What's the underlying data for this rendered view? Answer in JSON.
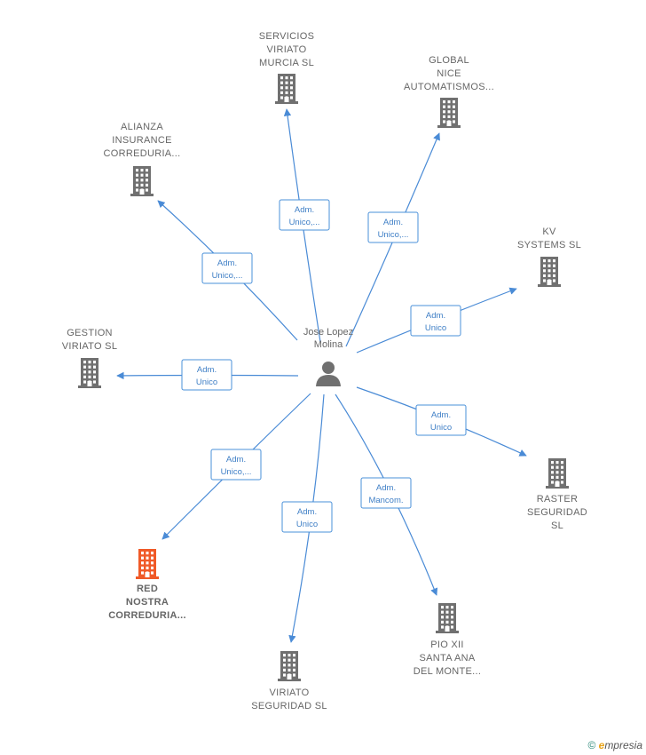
{
  "center": {
    "name": "Jose Lopez\nMolina",
    "icon": "person-icon"
  },
  "colors": {
    "edge": "#4a8bd6",
    "building": "#707070",
    "highlight": "#f05a28"
  },
  "nodes": [
    {
      "id": "servicios",
      "label": "SERVICIOS\nVIRIATO\nMURCIA SL",
      "edge": "Adm.\nUnico,...",
      "highlight": false
    },
    {
      "id": "global",
      "label": "GLOBAL\nNICE\nAUTOMATISMOS...",
      "edge": "Adm.\nUnico,...",
      "highlight": false
    },
    {
      "id": "alianza",
      "label": "ALIANZA\nINSURANCE\nCORREDURIA...",
      "edge": "Adm.\nUnico,...",
      "highlight": false
    },
    {
      "id": "kv",
      "label": "KV\nSYSTEMS SL",
      "edge": "Adm.\nUnico",
      "highlight": false
    },
    {
      "id": "gestion",
      "label": "GESTION\nVIRIATO SL",
      "edge": "Adm.\nUnico",
      "highlight": false
    },
    {
      "id": "raster",
      "label": "RASTER\nSEGURIDAD\nSL",
      "edge": "Adm.\nUnico",
      "highlight": false
    },
    {
      "id": "red",
      "label": "RED\nNOSTRA\nCORREDURIA...",
      "edge": "Adm.\nUnico,...",
      "highlight": true
    },
    {
      "id": "pio",
      "label": "PIO XII\nSANTA ANA\nDEL MONTE...",
      "edge": "Adm.\nMancom.",
      "highlight": false
    },
    {
      "id": "viriato",
      "label": "VIRIATO\nSEGURIDAD SL",
      "edge": "Adm.\nUnico",
      "highlight": false
    }
  ],
  "watermark": {
    "copyright": "©",
    "brand_initial": "e",
    "brand_rest": "mpresia"
  }
}
